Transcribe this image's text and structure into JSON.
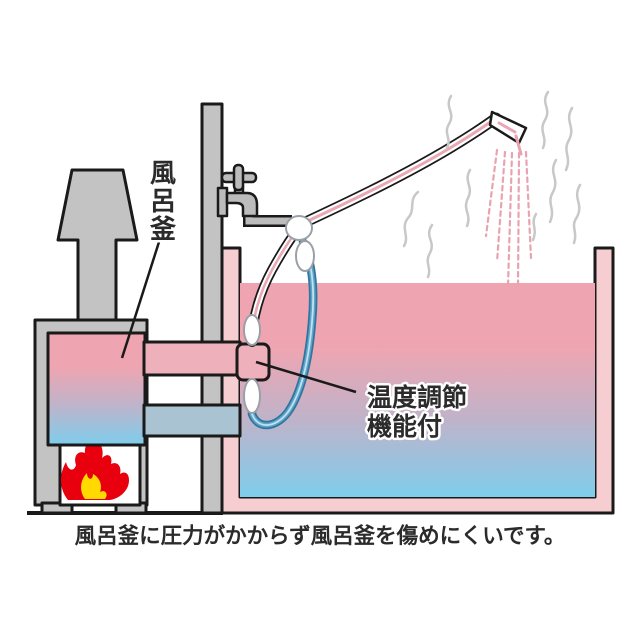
{
  "figure": {
    "labels": {
      "boiler": "風呂釜",
      "temp_line1": "温度調節",
      "temp_line2": "機能付"
    },
    "caption": "風呂釜に圧力がかからず風呂釜を傷めにくいです。",
    "colors": {
      "outline": "#1a1a1a",
      "wall_gray": "#c4c3c3",
      "metal_gray": "#bdbcbc",
      "tub_pink": "#f6cdd1",
      "warm_water": "#efa5b1",
      "mix_water": "#c2b2c8",
      "cold_water": "#7ecdec",
      "pipe_pink": "#eeb0ba",
      "pipe_cold": "#a9c3d3",
      "fire_red": "#e8000f",
      "fire_yellow": "#ffd900",
      "hose_blue_dark": "#33749b",
      "hose_blue": "#5ba4cb",
      "hose_blue_light": "#c3e0ef",
      "hose_pink": "#eaa8b4",
      "steam_gray": "#c8c8c8",
      "spray_pink": "#e9a3b0",
      "text": "#2b2b2b"
    }
  }
}
